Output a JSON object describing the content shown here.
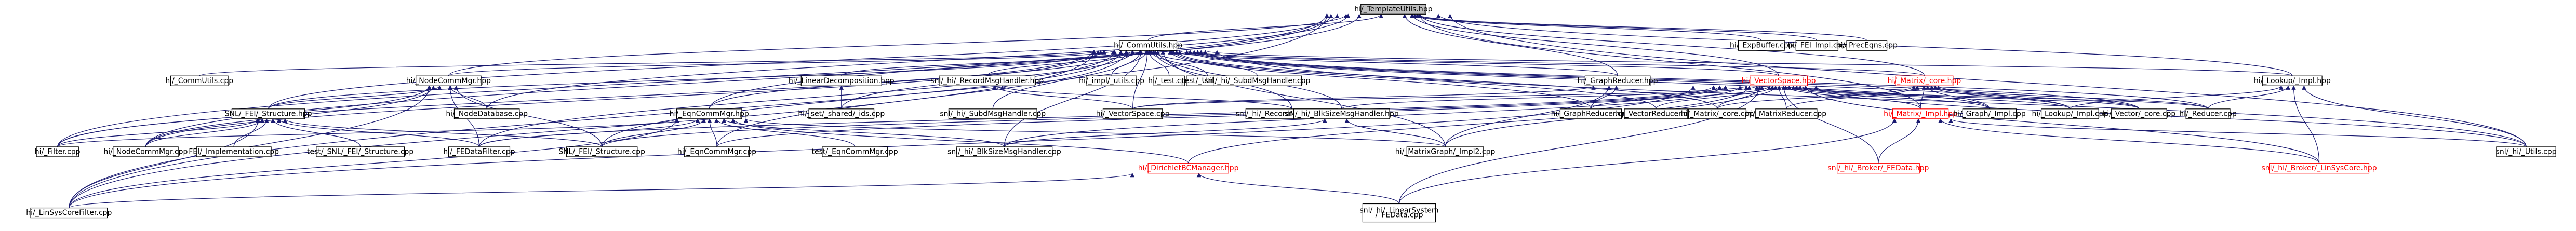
{
  "diagram": {
    "colors": {
      "edge": "#191970",
      "root_fill": "#bfbfbf",
      "node_border": "#000000",
      "highlight": "#ff0000"
    },
    "nodes": [
      {
        "id": "n0",
        "label": "hi/_TemplateUtils.hpp",
        "style": "root"
      },
      {
        "id": "n1",
        "label": "hi/_CommUtils.hpp",
        "style": "normal"
      },
      {
        "id": "n2",
        "label": "hi/_ExpBuffer.cpp",
        "style": "normal"
      },
      {
        "id": "n3",
        "label": "hi/_FEI_Impl.cpp",
        "style": "normal"
      },
      {
        "id": "n4",
        "label": "hi/_PrecEqns.cpp",
        "style": "normal"
      },
      {
        "id": "n5",
        "label": "hi/_CommUtils.cpp",
        "style": "normal"
      },
      {
        "id": "n6",
        "label": "hi/_NodeCommMgr.hpp",
        "style": "normal"
      },
      {
        "id": "n7",
        "label": "hi/_LinearDecomposition.hpp",
        "style": "normal"
      },
      {
        "id": "n8",
        "label": "snl/_hi/_RecordMsgHandler.hpp",
        "style": "normal"
      },
      {
        "id": "n9",
        "label": "hi/_impl/_utils.cpp",
        "style": "normal"
      },
      {
        "id": "n10",
        "label": "hi/_test.cpp",
        "style": "normal"
      },
      {
        "id": "n11",
        "label": "test/_Utils.cpp",
        "style": "normal"
      },
      {
        "id": "n12",
        "label": "snl/_hi/_SubdMsgHandler.cpp",
        "style": "normal"
      },
      {
        "id": "n13",
        "label": "hi/_GraphReducer.hpp",
        "style": "normal"
      },
      {
        "id": "n14",
        "label": "hi/_VectorSpace.hpp",
        "style": "red"
      },
      {
        "id": "n15",
        "label": "hi/_Matrix/_core.hpp",
        "style": "red"
      },
      {
        "id": "n16",
        "label": "hi/_Lookup/_Impl.hpp",
        "style": "normal"
      },
      {
        "id": "n17",
        "label": "SNL/_FEI/_Structure.hpp",
        "style": "normal"
      },
      {
        "id": "n18",
        "label": "hi/_NodeDatabase.cpp",
        "style": "normal"
      },
      {
        "id": "n19",
        "label": "hi/_set/_shared/_ids.cpp",
        "style": "normal"
      },
      {
        "id": "n20",
        "label": "snl/_hi/_SubdMsgHandler.cpp",
        "style": "normal"
      },
      {
        "id": "n21",
        "label": "hi/_VectorSpace.cpp",
        "style": "normal"
      },
      {
        "id": "n22",
        "label": "snl/_hi/_RecordMsgHandler.cpp",
        "style": "normal"
      },
      {
        "id": "n23",
        "label": "hi/_EqnCommMgr.hpp",
        "style": "normal"
      },
      {
        "id": "n24",
        "label": "snl/_hi/_BlkSizeMsgHandler.hpp",
        "style": "normal"
      },
      {
        "id": "n25",
        "label": "hi/_GraphReducer.cpp",
        "style": "normal"
      },
      {
        "id": "n26",
        "label": "hi/_VectorReducer.cpp",
        "style": "normal"
      },
      {
        "id": "n27",
        "label": "hi/_Matrix/_core.cpp",
        "style": "normal"
      },
      {
        "id": "n28",
        "label": "hi/_MatrixReducer.cpp",
        "style": "normal"
      },
      {
        "id": "n29",
        "label": "hi/_Matrix/_Impl.hpp",
        "style": "red"
      },
      {
        "id": "n30",
        "label": "hi/_Graph/_Impl.cpp",
        "style": "normal"
      },
      {
        "id": "n31",
        "label": "hi/_Lookup/_Impl.cpp",
        "style": "normal"
      },
      {
        "id": "n32",
        "label": "hi/_Vector/_core.cpp",
        "style": "normal"
      },
      {
        "id": "n33",
        "label": "hi/_Reducer.cpp",
        "style": "normal"
      },
      {
        "id": "n34",
        "label": "hi/_Filter.cpp",
        "style": "normal"
      },
      {
        "id": "n35",
        "label": "hi/_NodeCommMgr.cpp",
        "style": "normal"
      },
      {
        "id": "n36",
        "label": "FEI/_Implementation.cpp",
        "style": "normal"
      },
      {
        "id": "n37",
        "label": "test/_SNL/_FEI/_Structure.cpp",
        "style": "normal"
      },
      {
        "id": "n38",
        "label": "hi/_FEDataFilter.cpp",
        "style": "normal"
      },
      {
        "id": "n39",
        "label": "SNL/_FEI/_Structure.cpp",
        "style": "normal"
      },
      {
        "id": "n40",
        "label": "hi/_EqnCommMgr.cpp",
        "style": "normal"
      },
      {
        "id": "n41",
        "label": "test/_EqnCommMgr.cpp",
        "style": "normal"
      },
      {
        "id": "n42",
        "label": "snl/_hi/_BlkSizeMsgHandler.cpp",
        "style": "normal"
      },
      {
        "id": "n43",
        "label": "hi/_MatrixGraph/_Impl2.cpp",
        "style": "normal"
      },
      {
        "id": "n44",
        "label": "hi/_DirichletBCManager.hpp",
        "style": "red"
      },
      {
        "id": "n45",
        "label": "snl/_hi/_Broker/_FEData.hpp",
        "style": "red"
      },
      {
        "id": "n46",
        "label": "snl/_hi/_Broker/_LinSysCore.hpp",
        "style": "red"
      },
      {
        "id": "n47",
        "label": "snl/_hi/_Utils.cpp",
        "style": "normal"
      },
      {
        "id": "n48",
        "label": "hi/_LinSysCoreFilter.cpp",
        "style": "normal"
      },
      {
        "id": "n49",
        "label": "snl/_hi/_LinearSystem\n/_FEData.cpp",
        "style": "normal"
      }
    ],
    "edges": [
      [
        "n1",
        "n0"
      ],
      [
        "n2",
        "n0"
      ],
      [
        "n3",
        "n0"
      ],
      [
        "n4",
        "n0"
      ],
      [
        "n6",
        "n0"
      ],
      [
        "n13",
        "n0"
      ],
      [
        "n14",
        "n0"
      ],
      [
        "n15",
        "n0"
      ],
      [
        "n16",
        "n0"
      ],
      [
        "n17",
        "n0"
      ],
      [
        "n23",
        "n0"
      ],
      [
        "n29",
        "n0"
      ],
      [
        "n18",
        "n0"
      ],
      [
        "n34",
        "n0"
      ],
      [
        "n35",
        "n0"
      ],
      [
        "n47",
        "n0"
      ],
      [
        "n48",
        "n0"
      ],
      [
        "n5",
        "n1"
      ],
      [
        "n6",
        "n1"
      ],
      [
        "n7",
        "n1"
      ],
      [
        "n8",
        "n1"
      ],
      [
        "n9",
        "n1"
      ],
      [
        "n10",
        "n1"
      ],
      [
        "n11",
        "n1"
      ],
      [
        "n12",
        "n1"
      ],
      [
        "n13",
        "n1"
      ],
      [
        "n14",
        "n1"
      ],
      [
        "n15",
        "n1"
      ],
      [
        "n16",
        "n1"
      ],
      [
        "n17",
        "n1"
      ],
      [
        "n23",
        "n1"
      ],
      [
        "n24",
        "n1"
      ],
      [
        "n34",
        "n1"
      ],
      [
        "n35",
        "n1"
      ],
      [
        "n38",
        "n1"
      ],
      [
        "n39",
        "n1"
      ],
      [
        "n40",
        "n1"
      ],
      [
        "n43",
        "n1"
      ],
      [
        "n19",
        "n1"
      ],
      [
        "n20",
        "n1"
      ],
      [
        "n21",
        "n1"
      ],
      [
        "n25",
        "n1"
      ],
      [
        "n26",
        "n1"
      ],
      [
        "n27",
        "n1"
      ],
      [
        "n30",
        "n1"
      ],
      [
        "n31",
        "n1"
      ],
      [
        "n32",
        "n1"
      ],
      [
        "n33",
        "n1"
      ],
      [
        "n47",
        "n1"
      ],
      [
        "n48",
        "n1"
      ],
      [
        "n17",
        "n6"
      ],
      [
        "n18",
        "n6"
      ],
      [
        "n34",
        "n6"
      ],
      [
        "n35",
        "n6"
      ],
      [
        "n38",
        "n6"
      ],
      [
        "n39",
        "n6"
      ],
      [
        "n48",
        "n6"
      ],
      [
        "n19",
        "n7"
      ],
      [
        "n22",
        "n8"
      ],
      [
        "n21",
        "n8"
      ],
      [
        "n21",
        "n13"
      ],
      [
        "n25",
        "n13"
      ],
      [
        "n43",
        "n13"
      ],
      [
        "n21",
        "n14"
      ],
      [
        "n25",
        "n14"
      ],
      [
        "n26",
        "n14"
      ],
      [
        "n27",
        "n14"
      ],
      [
        "n28",
        "n14"
      ],
      [
        "n29",
        "n14"
      ],
      [
        "n30",
        "n14"
      ],
      [
        "n31",
        "n14"
      ],
      [
        "n32",
        "n14"
      ],
      [
        "n33",
        "n14"
      ],
      [
        "n24",
        "n14"
      ],
      [
        "n42",
        "n14"
      ],
      [
        "n43",
        "n14"
      ],
      [
        "n44",
        "n14"
      ],
      [
        "n45",
        "n14"
      ],
      [
        "n46",
        "n14"
      ],
      [
        "n47",
        "n14"
      ],
      [
        "n38",
        "n14"
      ],
      [
        "n39",
        "n14"
      ],
      [
        "n40",
        "n14"
      ],
      [
        "n48",
        "n14"
      ],
      [
        "n27",
        "n15"
      ],
      [
        "n28",
        "n15"
      ],
      [
        "n29",
        "n15"
      ],
      [
        "n30",
        "n15"
      ],
      [
        "n31",
        "n15"
      ],
      [
        "n32",
        "n15"
      ],
      [
        "n33",
        "n15"
      ],
      [
        "n31",
        "n16"
      ],
      [
        "n33",
        "n16"
      ],
      [
        "n47",
        "n16"
      ],
      [
        "n46",
        "n16"
      ],
      [
        "n34",
        "n17"
      ],
      [
        "n35",
        "n17"
      ],
      [
        "n36",
        "n17"
      ],
      [
        "n37",
        "n17"
      ],
      [
        "n38",
        "n17"
      ],
      [
        "n39",
        "n17"
      ],
      [
        "n48",
        "n17"
      ],
      [
        "n34",
        "n23"
      ],
      [
        "n38",
        "n23"
      ],
      [
        "n39",
        "n23"
      ],
      [
        "n40",
        "n23"
      ],
      [
        "n41",
        "n23"
      ],
      [
        "n42",
        "n23"
      ],
      [
        "n43",
        "n23"
      ],
      [
        "n44",
        "n23"
      ],
      [
        "n48",
        "n23"
      ],
      [
        "n42",
        "n24"
      ],
      [
        "n43",
        "n24"
      ],
      [
        "n45",
        "n29"
      ],
      [
        "n46",
        "n29"
      ],
      [
        "n49",
        "n29"
      ],
      [
        "n30",
        "n29"
      ],
      [
        "n47",
        "n29"
      ],
      [
        "n48",
        "n44"
      ],
      [
        "n49",
        "n44"
      ],
      [
        "n49",
        "n14"
      ],
      [
        "n22",
        "n1"
      ],
      [
        "n42",
        "n1"
      ]
    ]
  }
}
